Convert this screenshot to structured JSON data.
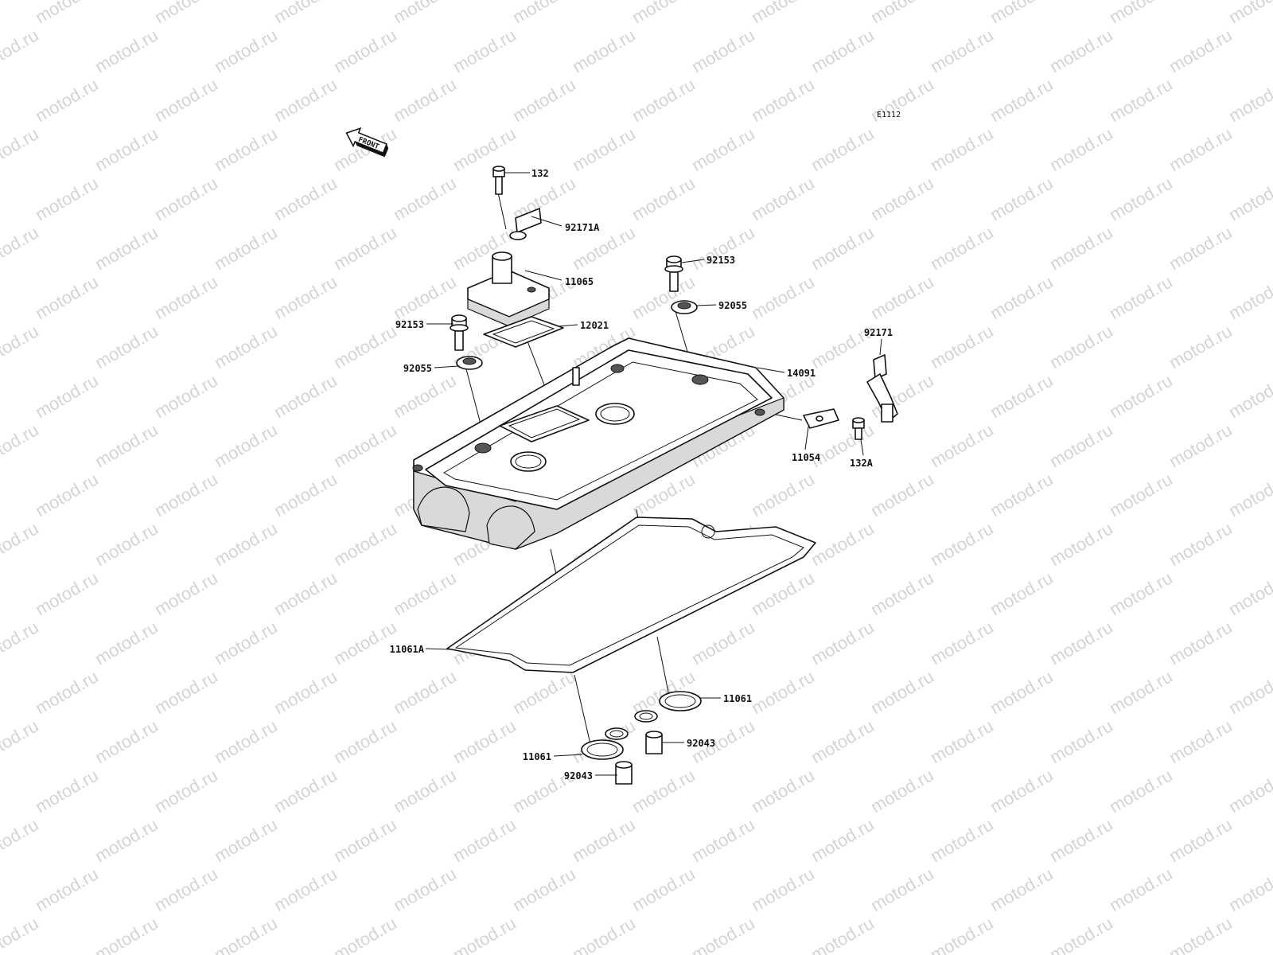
{
  "watermark": {
    "text": "motod.ru",
    "color": "#d4d4d4"
  },
  "diagram_code": "E1112",
  "front_arrow": {
    "label": "FRONT"
  },
  "parts": [
    {
      "id": "p132",
      "number": "132"
    },
    {
      "id": "p92171A",
      "number": "92171A"
    },
    {
      "id": "p11065",
      "number": "11065"
    },
    {
      "id": "p92153_right",
      "number": "92153"
    },
    {
      "id": "p92055_right",
      "number": "92055"
    },
    {
      "id": "p12021",
      "number": "12021"
    },
    {
      "id": "p92153_left",
      "number": "92153"
    },
    {
      "id": "p92055_left",
      "number": "92055"
    },
    {
      "id": "p14091",
      "number": "14091"
    },
    {
      "id": "p92171",
      "number": "92171"
    },
    {
      "id": "p11054",
      "number": "11054"
    },
    {
      "id": "p132A",
      "number": "132A"
    },
    {
      "id": "p11061A",
      "number": "11061A"
    },
    {
      "id": "p11061_right",
      "number": "11061"
    },
    {
      "id": "p92043_right",
      "number": "92043"
    },
    {
      "id": "p11061_left",
      "number": "11061"
    },
    {
      "id": "p92043_left",
      "number": "92043"
    }
  ]
}
